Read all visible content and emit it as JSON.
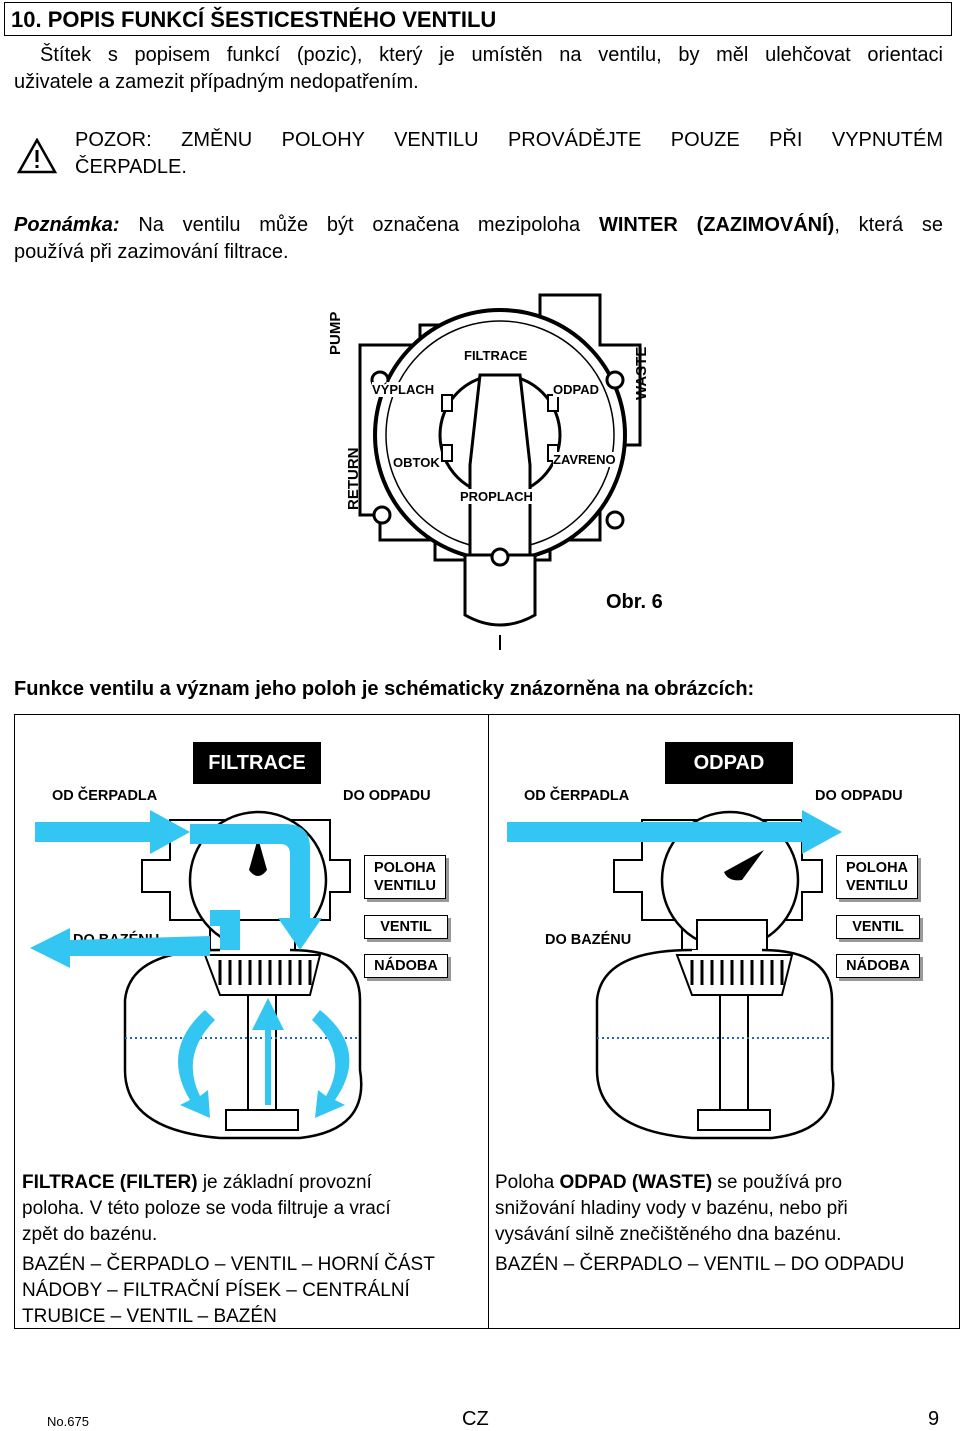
{
  "section_title": "10. POPIS FUNKCÍ ŠESTICESTNÉHO VENTILU",
  "intro": {
    "line1": "Štítek s popisem funkcí (pozic), který je umístěn na ventilu, by měl ulehčovat orientaci",
    "line2": "uživatele a zamezit případným nedopatřením."
  },
  "warning": {
    "line1": "POZOR: ZMĚNU POLOHY VENTILU PROVÁDĚJTE POUZE PŘI VYPNUTÉM",
    "line2": "ČERPADLE."
  },
  "note": {
    "label": "Poznámka:",
    "text_a": " Na ventilu může být označena mezipoloha ",
    "highlight": "WINTER (ZAZIMOVÁNÍ)",
    "text_b": ", která se",
    "line2": "používá při zazimování filtrace."
  },
  "valve_figure": {
    "labels": {
      "pump": "PUMP",
      "waste": "WASTE",
      "return": "RETURN",
      "filtrace": "FILTRACE",
      "vyplach": "VÝPLACH",
      "odpad": "ODPAD",
      "obtok": "OBTOK",
      "zavreno": "ZAVRENO",
      "proplach": "PROPLACH"
    },
    "caption": "Obr. 6"
  },
  "schema_heading": "Funkce ventilu a význam jeho poloh je schématicky znázorněna na obrázcích:",
  "panels": [
    {
      "tag": "FILTRACE",
      "od_cerpadla": "OD ČERPADLA",
      "do_odpadu": "DO ODPADU",
      "poloha_1": "POLOHA",
      "poloha_2": "VENTILU",
      "ventil": "VENTIL",
      "nadoba": "NÁDOBA",
      "do_bazenu": "DO BAZÉNU",
      "desc_bold": "FILTRACE (FILTER)",
      "desc_l1": " je základní provozní",
      "desc_l2": "poloha. V této poloze se voda filtruje a vrací",
      "desc_l3": "zpět do bazénu.",
      "flow_l1": "BAZÉN – ČERPADLO – VENTIL – HORNÍ ČÁST",
      "flow_l2": "NÁDOBY – FILTRAČNÍ PÍSEK – CENTRÁLNÍ",
      "flow_l3": "TRUBICE – VENTIL – BAZÉN"
    },
    {
      "tag": "ODPAD",
      "od_cerpadla": "OD ČERPADLA",
      "do_odpadu": "DO ODPADU",
      "poloha_1": "POLOHA",
      "poloha_2": "VENTILU",
      "ventil": "VENTIL",
      "nadoba": "NÁDOBA",
      "do_bazenu": "DO BAZÉNU",
      "desc_pre": "Poloha ",
      "desc_bold": "ODPAD (WASTE)",
      "desc_l1": " se používá pro",
      "desc_l2": "snižování hladiny vody v bazénu, nebo při",
      "desc_l3": "vysávání silně znečištěného dna bazénu.",
      "flow_l1": "BAZÉN – ČERPADLO – VENTIL – DO ODPADU"
    }
  ],
  "footer": {
    "model": "No.675",
    "lang": "CZ",
    "page": "9"
  },
  "colors": {
    "flow_arrow": "#33c6f2",
    "dotted_line": "#1a66c8"
  }
}
